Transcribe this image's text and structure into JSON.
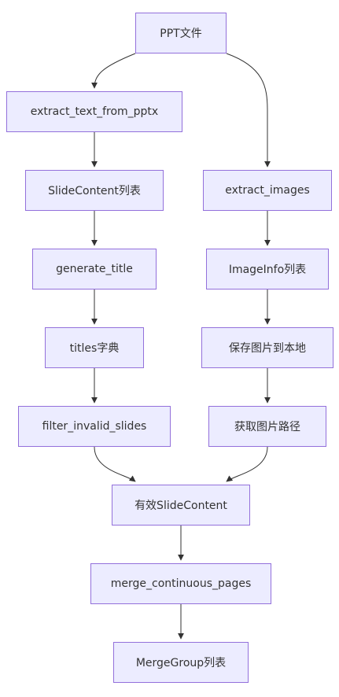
{
  "nodes": {
    "ppt": "PPT文件",
    "extract_text": "extract_text_from_pptx",
    "slidecontent": "SlideContent列表",
    "extract_images": "extract_images",
    "generate_title": "generate_title",
    "imageinfo": "ImageInfo列表",
    "titles": "titles字典",
    "save_images": "保存图片到本地",
    "filter": "filter_invalid_slides",
    "get_paths": "获取图片路径",
    "valid_slides": "有效SlideContent",
    "merge_pages": "merge_continuous_pages",
    "mergegroup": "MergeGroup列表"
  },
  "edges": [
    {
      "from": "ppt",
      "to": "extract_text"
    },
    {
      "from": "ppt",
      "to": "extract_images"
    },
    {
      "from": "extract_text",
      "to": "slidecontent"
    },
    {
      "from": "slidecontent",
      "to": "generate_title"
    },
    {
      "from": "generate_title",
      "to": "titles"
    },
    {
      "from": "titles",
      "to": "filter"
    },
    {
      "from": "extract_images",
      "to": "imageinfo"
    },
    {
      "from": "imageinfo",
      "to": "save_images"
    },
    {
      "from": "save_images",
      "to": "get_paths"
    },
    {
      "from": "filter",
      "to": "valid_slides"
    },
    {
      "from": "get_paths",
      "to": "valid_slides"
    },
    {
      "from": "valid_slides",
      "to": "merge_pages"
    },
    {
      "from": "merge_pages",
      "to": "mergegroup"
    }
  ],
  "colors": {
    "node_fill": "#ECECFF",
    "node_border": "#9370DB",
    "edge": "#333333",
    "text": "#333333"
  }
}
